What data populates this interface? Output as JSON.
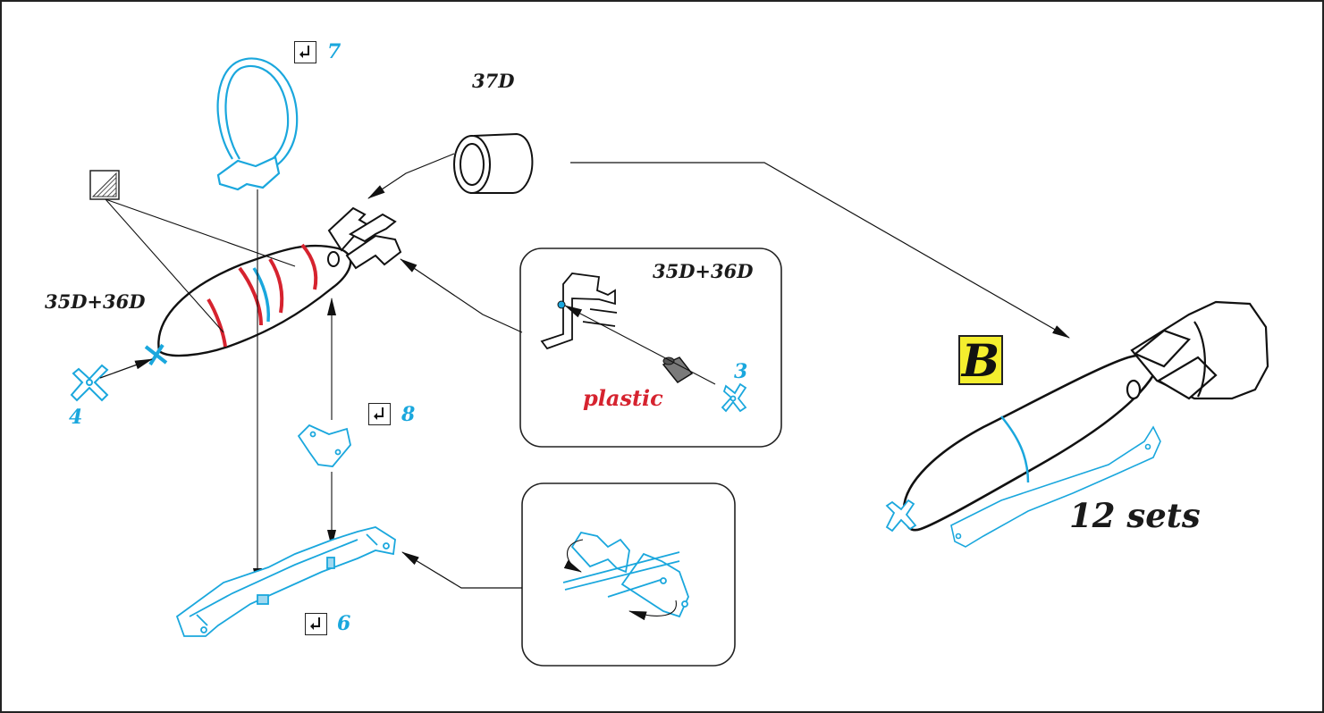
{
  "labels": {
    "part_37d": "37D",
    "part_35d36d_left": "35D+36D",
    "part_35d36d_detail": "35D+36D",
    "num_4": "4",
    "num_3": "3",
    "num_6": "6",
    "num_7": "7",
    "num_8": "8",
    "plastic": "plastic",
    "sets": "12 sets",
    "badge": "B"
  },
  "icons": {
    "bend": "bend-fold-icon",
    "photo_etch": "photo-etch-texture-icon"
  },
  "colors": {
    "part_blue": "#1aa7dd",
    "callout_red": "#d6232f",
    "badge_yellow": "#f4ee2e",
    "ink": "#1a1a1a"
  }
}
